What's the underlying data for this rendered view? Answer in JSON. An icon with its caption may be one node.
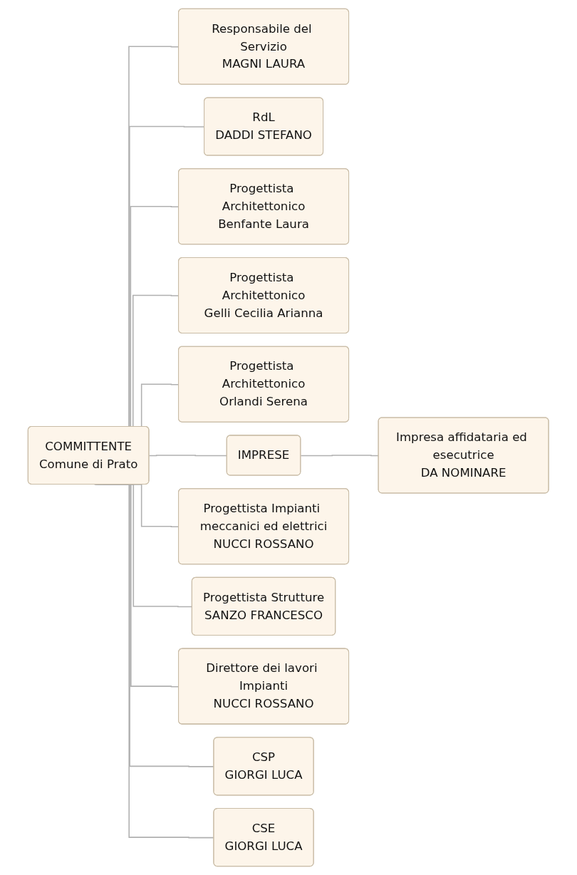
{
  "diagram": {
    "nodes": [
      {
        "text": [
          "COMMITTENTE",
          "Comune di Prato"
        ]
      },
      {
        "text": [
          "Responsabile del Servizio",
          "MAGNI LAURA"
        ]
      },
      {
        "text": [
          "RdL",
          "DADDI STEFANO"
        ]
      },
      {
        "text": [
          "Progettista Architettonico",
          "Benfante Laura"
        ]
      },
      {
        "text": [
          "Progettista Architettonico",
          "Gelli Cecilia Arianna"
        ]
      },
      {
        "text": [
          "Progettista Architettonico",
          "Orlandi Serena"
        ]
      },
      {
        "text": [
          "IMPRESE"
        ]
      },
      {
        "text": [
          "Impresa affidataria ed esecutrice",
          "DA NOMINARE"
        ]
      },
      {
        "text": [
          "Progettista Impianti meccanici ed elettrici",
          "NUCCI ROSSANO"
        ]
      },
      {
        "text": [
          "Progettista Strutture",
          "SANZO FRANCESCO"
        ]
      },
      {
        "text": [
          "Direttore dei lavori Impianti",
          "NUCCI ROSSANO"
        ]
      },
      {
        "text": [
          "CSP",
          "GIORGI LUCA"
        ]
      },
      {
        "text": [
          "CSE",
          "GIORGI LUCA"
        ]
      }
    ],
    "edges": [
      {
        "from": 0,
        "to": 1,
        "arrow": "none"
      },
      {
        "from": 0,
        "to": 2,
        "arrow": "none"
      },
      {
        "from": 0,
        "to": 3,
        "arrow": "none"
      },
      {
        "from": 0,
        "to": 4,
        "arrow": "none"
      },
      {
        "from": 0,
        "to": 5,
        "arrow": "none"
      },
      {
        "from": 0,
        "to": 6,
        "arrow": "none"
      },
      {
        "from": 6,
        "to": 7,
        "arrow": "none"
      },
      {
        "from": 0,
        "to": 8,
        "arrow": "none"
      },
      {
        "from": 0,
        "to": 9,
        "arrow": "none"
      },
      {
        "from": 0,
        "to": 10,
        "arrow": "none"
      },
      {
        "from": 0,
        "to": 11,
        "arrow": "none"
      },
      {
        "from": 0,
        "to": 12,
        "arrow": "none"
      }
    ]
  }
}
